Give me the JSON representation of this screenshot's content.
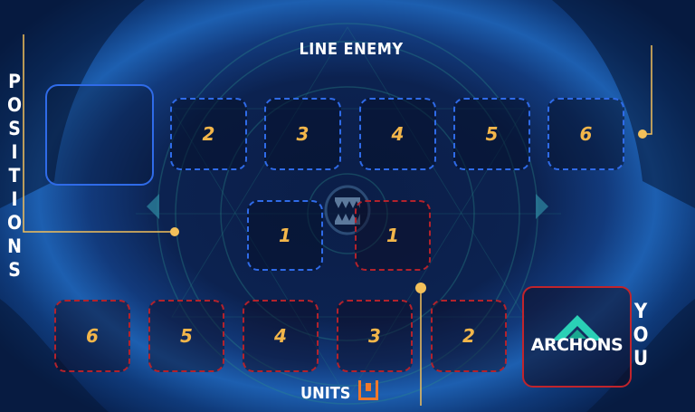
{
  "labels": {
    "line_enemy": "LINE ENEMY",
    "positions": "POSITIONS",
    "you": "YOU",
    "units": "UNITS",
    "archons": "ARCHONS"
  },
  "enemy_back_row": [
    "2",
    "3",
    "4",
    "5",
    "6"
  ],
  "enemy_front": "1",
  "ally_front": "1",
  "ally_back_row": [
    "6",
    "5",
    "4",
    "3",
    "2"
  ],
  "colors": {
    "enemy": "#2f6be8",
    "ally": "#b3222c",
    "numbers": "#f3b64a",
    "units_icon": "#f0782a",
    "archons_logo": "#2ad0b6"
  },
  "icons": [
    "units-icon",
    "archons-logo-icon",
    "left-arrow-icon",
    "right-arrow-icon",
    "shark-mouth-icon"
  ]
}
